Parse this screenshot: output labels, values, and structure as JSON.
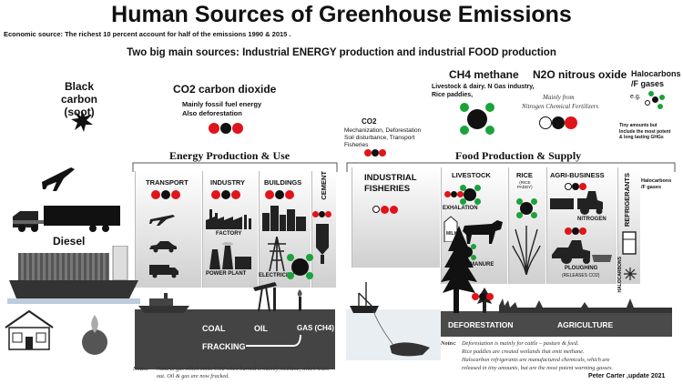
{
  "title": "Human Sources of Greenhouse Emissions",
  "economic_note": "Economic source: The richest 10 percent account for half  of the emissions 1990 & 2015 .",
  "two_sources": "Two big main sources: Industrial ENERGY production and industrial FOOD production",
  "gases": {
    "black_carbon": {
      "name": "Black carbon",
      "sub": "(soot)"
    },
    "co2": {
      "name": "CO2 carbon dioxide",
      "line1": "Mainly fossil fuel energy",
      "line2": "Also deforestation"
    },
    "ch4": {
      "name": "CH4 methane",
      "line1": "Livestock & dairy.  N Gas industry,",
      "line2": "Rice paddies,"
    },
    "n2o": {
      "name": "N2O nitrous oxide",
      "line1": "Mainly from",
      "line2": "Nitrogen Chemical Fertilizers"
    },
    "halo": {
      "name1": "Halocarbons",
      "name2": "/F gases",
      "eg": "e.g.",
      "note1": "Tiny amounts but",
      "note2": "Include the most potent",
      "note3": "& long lasting GHGs"
    },
    "co2_land": {
      "name": "CO2",
      "line1": "Mechanization,  Deforestation",
      "line2": "Soil disturbance, Transport",
      "line3": "Fisheries"
    }
  },
  "energy": {
    "header": "Energy Production & Use",
    "cols": {
      "transport": "TRANSPORT",
      "industry": "INDUSTRY",
      "buildings": "BUILDINGS",
      "cement": "CEMENT"
    },
    "factory": "FACTORY",
    "power_plant": "POWER PLANT",
    "electricity": "ELECTRICITY",
    "coal": "COAL",
    "oil": "OIL",
    "gas": "GAS (CH4)",
    "fracking": "FRACKING",
    "notes_label": "Notes:",
    "notes": "Natural gas which emits CO2 when burned is mainly methane, which leaks out. Oil & gas are now fracked."
  },
  "diesel": "Diesel",
  "food": {
    "header": "Food Production & Supply",
    "fisheries1": "INDUSTRIAL",
    "fisheries2": "FISHERIES",
    "livestock": "LIVESTOCK",
    "rice": "RICE",
    "rice_sub1": "(RICE",
    "rice_sub2": "PADDY)",
    "agri": "AGRI-BUSINESS",
    "refrigerants": "REFRIGERANTS",
    "halocarbons_v": "HALOCARBONS",
    "halo_side1": "Halocarbons",
    "halo_side2": "/F gases",
    "exhalation": "EXHALATION",
    "manure": "MANURE",
    "nitrogen": "NITROGEN",
    "ploughing": "PLOUGHING",
    "releases": "(RELEASES CO2)",
    "milk": "MILK",
    "deforestation": "DEFORESTATION",
    "agriculture": "AGRICULTURE",
    "notes_label": "Notes:",
    "note1": "Deforestation is mainly for cattle – pasture & feed.",
    "note2": "Rice paddies are created wetlands that emit methane.",
    "note3": "Halocarbon refrigerants are manufactured chemicals, which are",
    "note4": "released in tiny amounts, but are the most potent warming gasses."
  },
  "credit": "Peter Carter ,update 2021"
}
